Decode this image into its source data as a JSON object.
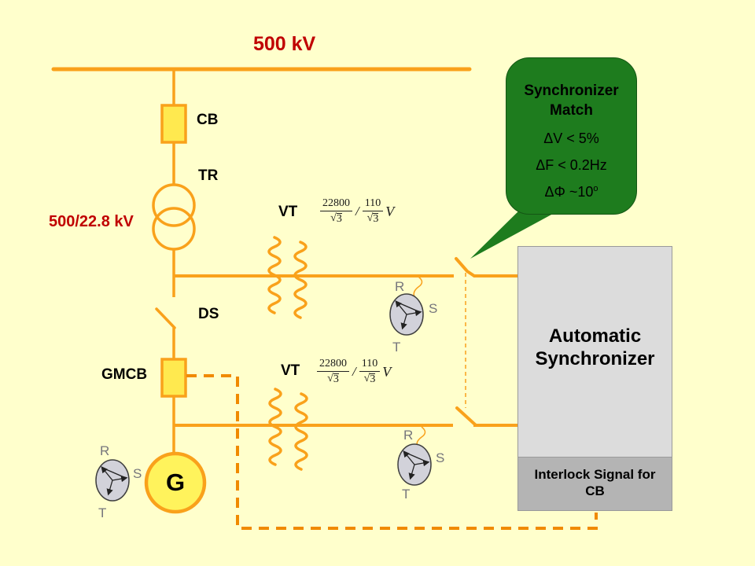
{
  "colors": {
    "background": "#FFFFCC",
    "line_orange": "#F9A11B",
    "dash_orange": "#F08A00",
    "label_red": "#C00000",
    "callout_green": "#1E7C1E",
    "device_yellow": "#FFE94F",
    "generator_yellow": "#FFF35C",
    "box_gray": "#DCDCDC",
    "interlock_gray": "#B4B4B4",
    "phasor_gray": "#D2D2DA"
  },
  "labels": {
    "bus_voltage": "500 kV",
    "transformer_ratio": "500/22.8 kV",
    "cb": "CB",
    "tr": "TR",
    "ds": "DS",
    "gmcb": "GMCB",
    "vt": "VT",
    "generator": "G"
  },
  "vt_formula": {
    "numerator_primary": "22800",
    "radical": "√",
    "denominator": "3",
    "slash": "/",
    "numerator_secondary": "110",
    "unit": "V"
  },
  "phases": {
    "r": "R",
    "s": "S",
    "t": "T"
  },
  "callout": {
    "title_line1": "Synchronizer",
    "title_line2": "Match",
    "rows": [
      "ΔV < 5%",
      "ΔF < 0.2Hz"
    ],
    "phase_row": {
      "text": "ΔΦ ~10",
      "sup": "o"
    }
  },
  "synchronizer": {
    "title_line1": "Automatic",
    "title_line2": "Synchronizer",
    "interlock_line1": "Interlock Signal for",
    "interlock_line2": "CB"
  }
}
